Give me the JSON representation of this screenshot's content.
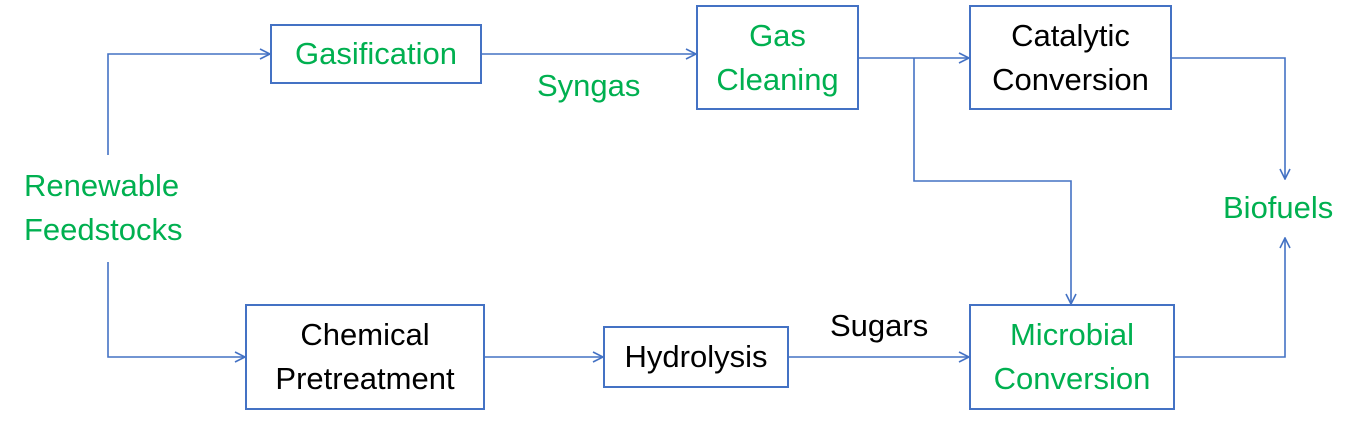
{
  "colors": {
    "arrow": "#4472c4",
    "green": "#00b050",
    "black": "#000000"
  },
  "source": {
    "lines": [
      "Renewable",
      "Feedstocks"
    ]
  },
  "output": {
    "label": "Biofuels"
  },
  "processes": {
    "gasification": {
      "lines": [
        "Gasification"
      ]
    },
    "gas_cleaning": {
      "lines": [
        "Gas",
        "Cleaning"
      ]
    },
    "catalytic_conversion": {
      "lines": [
        "Catalytic",
        "Conversion"
      ]
    },
    "chemical_pretreatment": {
      "lines": [
        "Chemical",
        "Pretreatment"
      ]
    },
    "hydrolysis": {
      "lines": [
        "Hydrolysis"
      ]
    },
    "microbial_conversion": {
      "lines": [
        "Microbial",
        "Conversion"
      ]
    }
  },
  "edge_labels": {
    "syngas": "Syngas",
    "sugars": "Sugars"
  }
}
